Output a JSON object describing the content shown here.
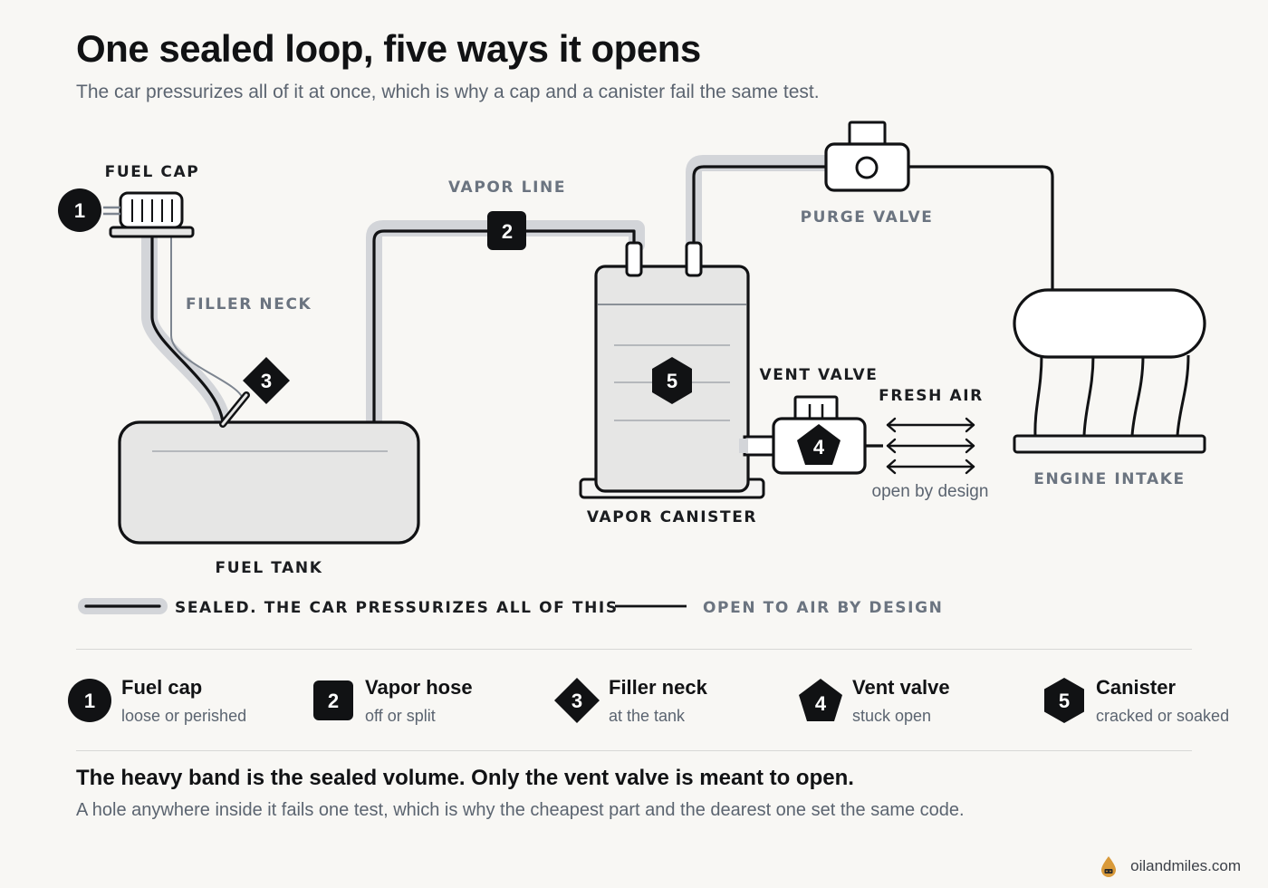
{
  "header": {
    "title": "One sealed loop, five ways it opens",
    "subtitle": "The car pressurizes all of it at once, which is why a cap and a canister fail the same test."
  },
  "diagram": {
    "labels": {
      "fuel_cap": "FUEL CAP",
      "filler_neck": "FILLER NECK",
      "vapor_line": "VAPOR LINE",
      "purge_valve": "PURGE VALVE",
      "vent_valve": "VENT VALVE",
      "fresh_air": "FRESH AIR",
      "open_by_design": "open by design",
      "engine_intake": "ENGINE INTAKE",
      "vapor_canister": "VAPOR CANISTER",
      "fuel_tank": "FUEL TANK"
    },
    "markers": [
      "1",
      "2",
      "3",
      "4",
      "5"
    ]
  },
  "legend": {
    "sealed": "SEALED. THE CAR PRESSURIZES ALL OF THIS",
    "open": "OPEN TO AIR BY DESIGN"
  },
  "key": [
    {
      "number": "1",
      "shape": "circle",
      "name": "Fuel cap",
      "desc": "loose or perished"
    },
    {
      "number": "2",
      "shape": "rounded-square",
      "name": "Vapor hose",
      "desc": "off or split"
    },
    {
      "number": "3",
      "shape": "diamond",
      "name": "Filler neck",
      "desc": "at the tank"
    },
    {
      "number": "4",
      "shape": "pentagon",
      "name": "Vent valve",
      "desc": "stuck open"
    },
    {
      "number": "5",
      "shape": "hexagon",
      "name": "Canister",
      "desc": "cracked or soaked"
    }
  ],
  "footer": {
    "headline": "The heavy band is the sealed volume. Only the vent valve is meant to open.",
    "text": "A hole anywhere inside it fails one test, which is why the cheapest part and the dearest one set the same code."
  },
  "brand": {
    "site": "oilandmiles.com",
    "logo_icon": "oil-drop-icon"
  },
  "colors": {
    "background": "#f8f7f4",
    "ink": "#111214",
    "sealed_band": "#d3d5d9",
    "muted_text": "#5b6470"
  }
}
